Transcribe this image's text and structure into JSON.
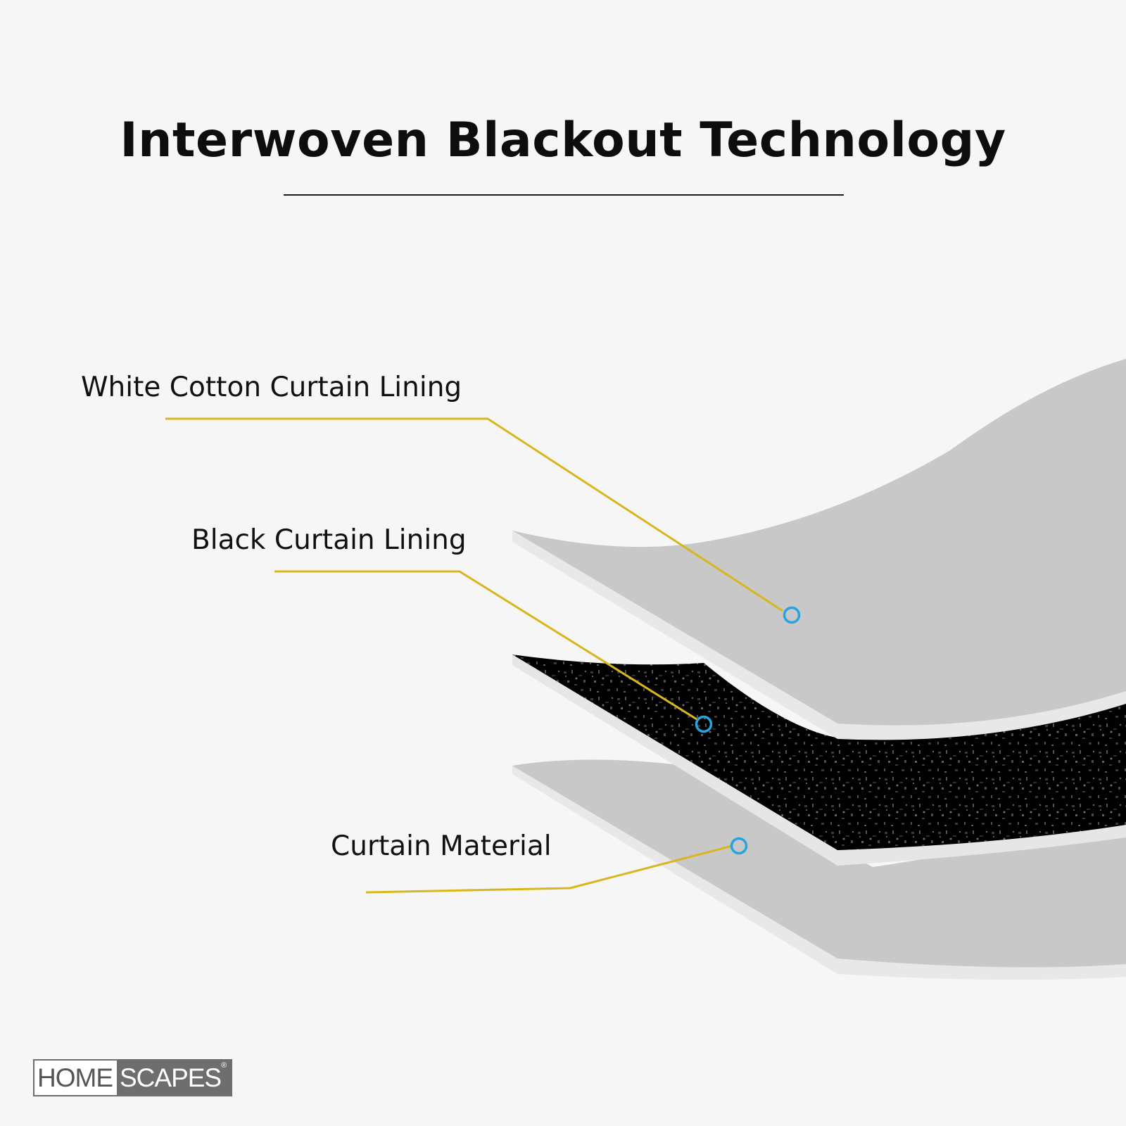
{
  "title": "Interwoven Blackout Technology",
  "layers": [
    {
      "label": "White Cotton Curtain Lining",
      "color": "#c8c8c8"
    },
    {
      "label": "Black Curtain Lining",
      "color": "#000000"
    },
    {
      "label": "Curtain Material",
      "color": "#c8c8c8"
    }
  ],
  "colors": {
    "background": "#f6f6f6",
    "leader_line": "#d9b51e",
    "marker": "#29a3e0",
    "layer_edge": "#e8e8e8"
  },
  "logo": {
    "part1": "HOME",
    "part2": "SCAPES",
    "mark": "®"
  }
}
